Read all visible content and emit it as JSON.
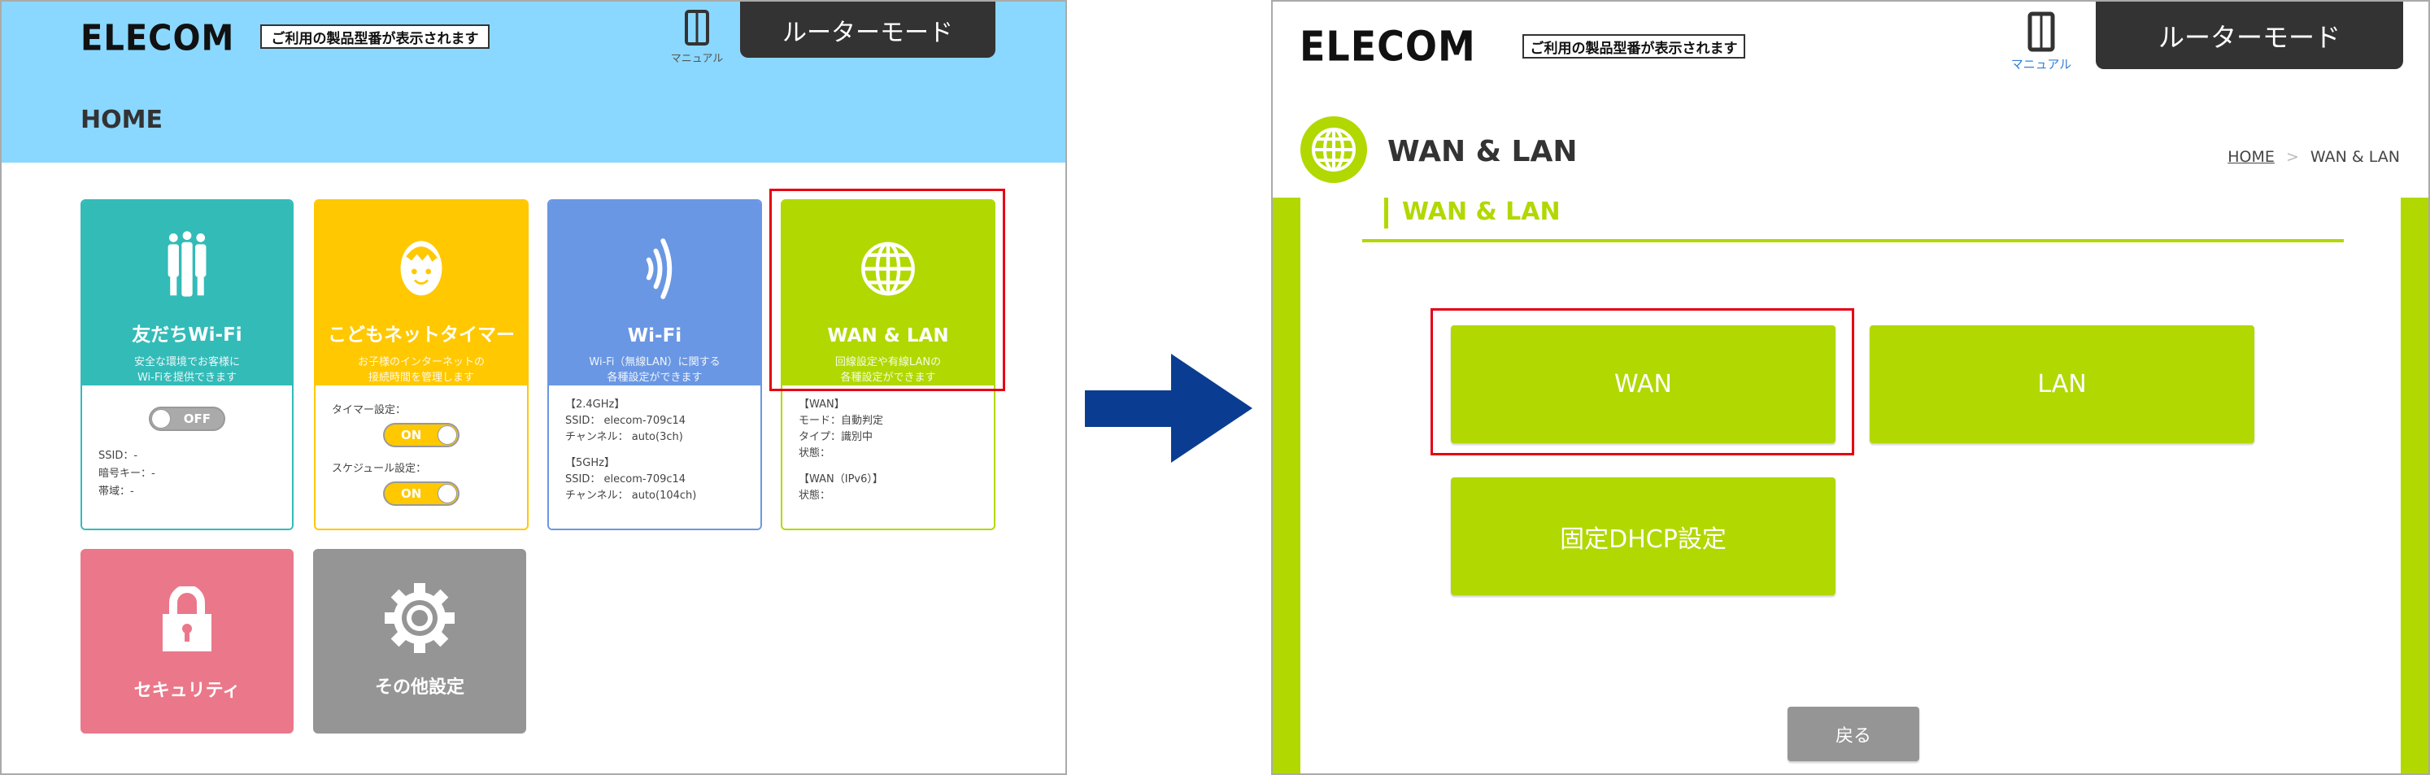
{
  "left": {
    "logo": "ELECOM",
    "model_tag": "ご利用の製品型番が表示されます",
    "manual_label": "マニュアル",
    "mode_button": "ルーターモード",
    "page_title": "HOME",
    "cards": [
      {
        "title": "友だちWi-Fi",
        "desc1": "安全な環境でお客様に",
        "desc2": "Wi-Fiを提供できます",
        "toggle": "OFF",
        "ssid": "SSID：-",
        "key": "暗号キー：-",
        "band": "帯域：-",
        "color": "#33bbb8"
      },
      {
        "title": "こどもネットタイマー",
        "desc1": "お子様のインターネットの",
        "desc2": "接続時間を管理します",
        "timer_label": "タイマー設定：",
        "timer_toggle": "ON",
        "schedule_label": "スケジュール設定：",
        "schedule_toggle": "ON",
        "color": "#ffc800"
      },
      {
        "title": "Wi-Fi",
        "desc1": "Wi-Fi（無線LAN）に関する",
        "desc2": "各種設定ができます",
        "band1": "【2.4GHz】",
        "ssid1": "SSID： elecom-709c14",
        "ch1": "チャンネル： auto(3ch)",
        "band2": "【5GHz】",
        "ssid2": "SSID： elecom-709c14",
        "ch2": "チャンネル： auto(104ch)",
        "color": "#6a97e3"
      },
      {
        "title": "WAN & LAN",
        "desc1": "回線設定や有線LANの",
        "desc2": "各種設定ができます",
        "wan": "【WAN】",
        "mode": "モード：自動判定",
        "type": "タイプ：識別中",
        "state": "状態：",
        "wan6": "【WAN（IPv6）】",
        "state6": "状態：",
        "color": "#b1d800"
      },
      {
        "title": "セキュリティ",
        "color": "#ea788a"
      },
      {
        "title": "その他設定",
        "color": "#959595"
      }
    ]
  },
  "right": {
    "logo": "ELECOM",
    "model_tag": "ご利用の製品型番が表示されます",
    "manual_label": "マニュアル",
    "mode_button": "ルーターモード",
    "page_title": "WAN & LAN",
    "breadcrumb": {
      "home": "HOME",
      "sep": ">",
      "current": "WAN & LAN"
    },
    "section_title": "WAN & LAN",
    "buttons": {
      "wan": "WAN",
      "lan": "LAN",
      "dhcp": "固定DHCP設定",
      "back": "戻る"
    }
  },
  "colors": {
    "accent": "#b1d800",
    "header": "#8ad8ff",
    "highlight": "#e60012",
    "arrow": "#0a3d91"
  }
}
